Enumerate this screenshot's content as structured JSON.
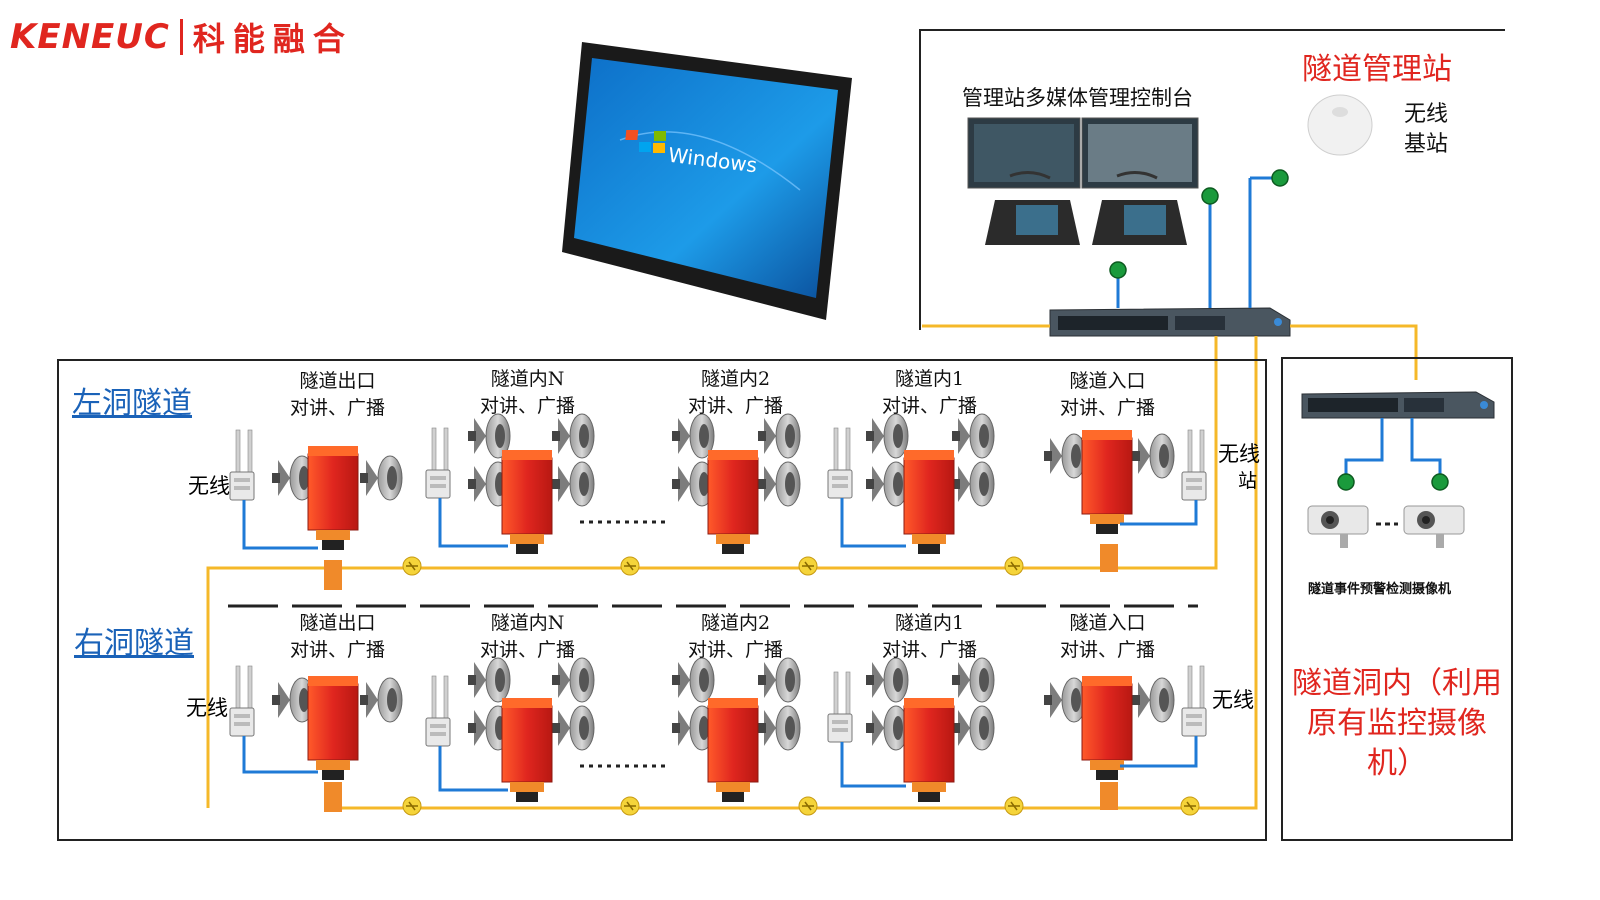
{
  "logo": {
    "en": "KENEUC",
    "cn": "科能融合"
  },
  "station": {
    "title": "隧道管理站",
    "console_label": "管理站多媒体管理控制台",
    "base_station_label": [
      "无线",
      "基站"
    ],
    "tablet_screen_text": "Windows"
  },
  "tunnels": {
    "left_name": "左洞隧道",
    "right_name": "右洞隧道",
    "units": [
      {
        "line1": "隧道出口",
        "line2": "对讲、广播"
      },
      {
        "line1": "隧道内N",
        "line2": "对讲、广播"
      },
      {
        "line1": "隧道内2",
        "line2": "对讲、广播"
      },
      {
        "line1": "隧道内1",
        "line2": "对讲、广播"
      },
      {
        "line1": "隧道入口",
        "line2": "对讲、广播"
      }
    ],
    "wireless_label": "无线",
    "wireless_label_partial": "站"
  },
  "camera_box": {
    "camera_caption": "隧道事件预警检测摄像机",
    "note": [
      "隧道洞内（利用",
      "原有监控摄像",
      "机）"
    ]
  },
  "colors": {
    "brand_red": "#e0261f",
    "fiber_yellow": "#f5b829",
    "network_blue": "#1f7ad6",
    "node_green": "#1a9a3c"
  }
}
